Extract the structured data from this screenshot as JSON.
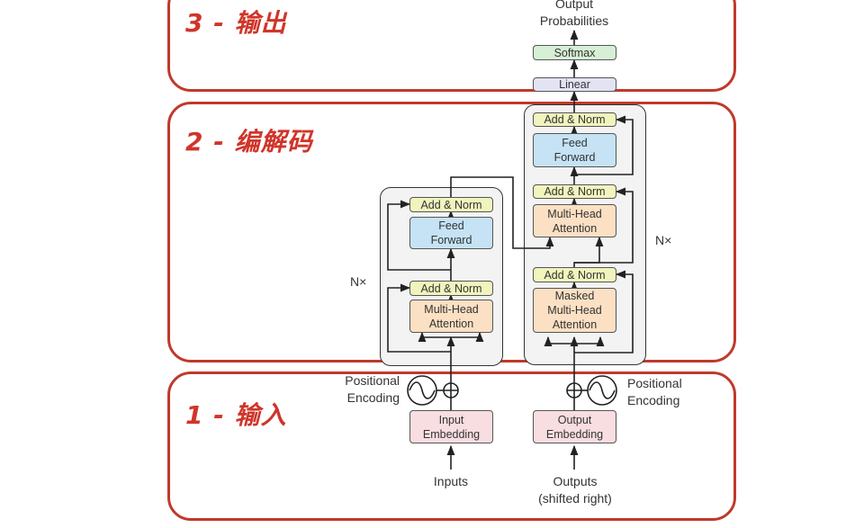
{
  "sections": {
    "output": "3 - 输出",
    "coding": "2 - 编解码",
    "input": "1 - 输入"
  },
  "encoder": {
    "add_norm_top": "Add & Norm",
    "feed_forward": "Feed\nForward",
    "add_norm_bottom": "Add & Norm",
    "attention": "Multi-Head\nAttention",
    "repeat": "N×",
    "embedding": "Input\nEmbedding",
    "positional": "Positional\nEncoding",
    "inputs": "Inputs"
  },
  "decoder": {
    "add_norm_top": "Add & Norm",
    "feed_forward": "Feed\nForward",
    "add_norm_mid": "Add & Norm",
    "cross_attention": "Multi-Head\nAttention",
    "add_norm_bottom": "Add & Norm",
    "masked_attention": "Masked\nMulti-Head\nAttention",
    "repeat": "N×",
    "embedding": "Output\nEmbedding",
    "positional": "Positional\nEncoding",
    "outputs": "Outputs\n(shifted right)"
  },
  "head": {
    "linear": "Linear",
    "softmax": "Softmax",
    "probabilities": "Output\nProbabilities"
  },
  "colors": {
    "section_border": "#c0392b",
    "add_norm": "#f1f4bd",
    "feed_forward": "#c5e3f5",
    "attention": "#fbe0c3",
    "embedding": "#f8dde1",
    "softmax": "#d6efd5",
    "linear": "#e3e3f3"
  }
}
